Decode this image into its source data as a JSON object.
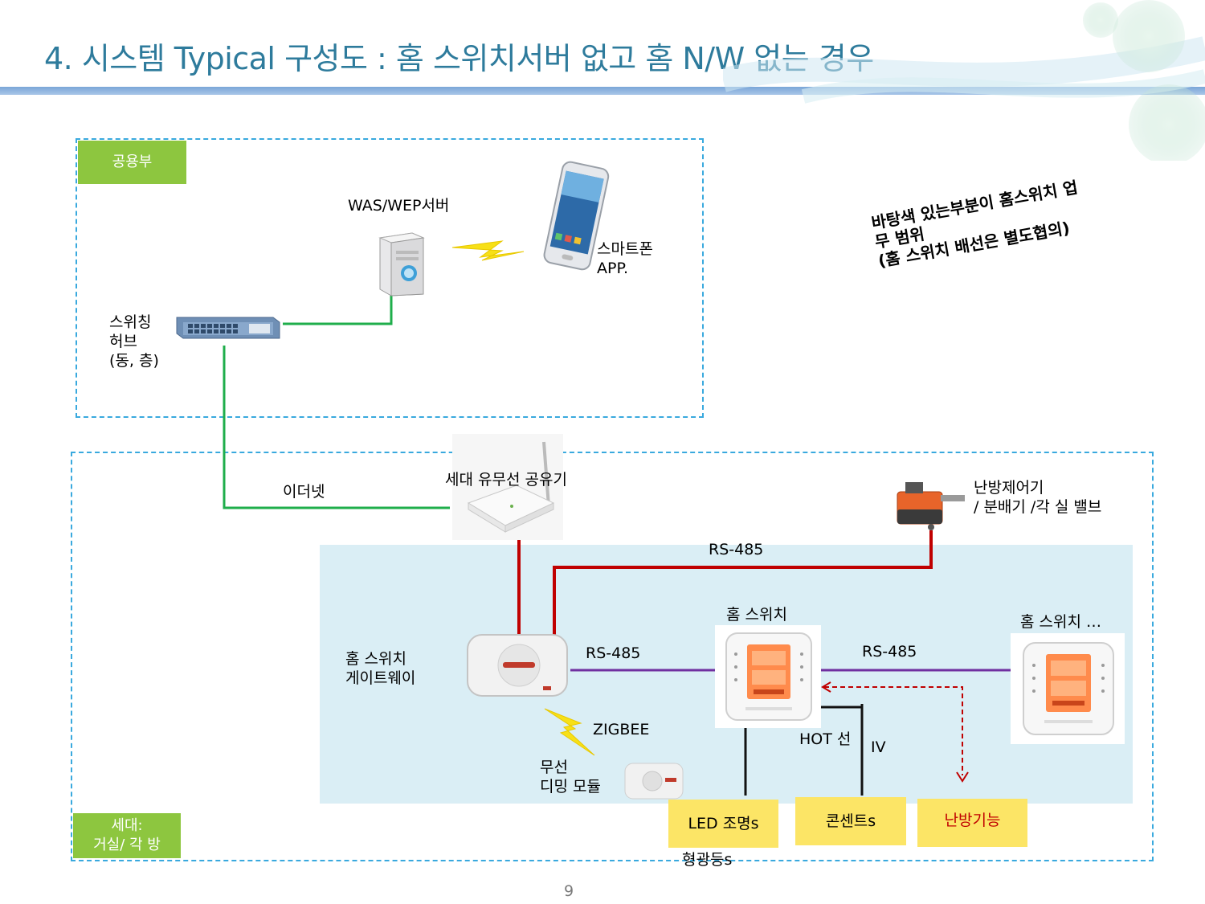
{
  "title": "4.  시스템 Typical 구성도  :  홈 스위치서버  없고    홈 N/W  없는  경우",
  "common_section": {
    "tag": "공용부",
    "server_label": "WAS/WEP서버",
    "phone_label_1": "스마트폰",
    "phone_label_2": "APP.",
    "hub_label_1": "스위칭",
    "hub_label_2": "허브",
    "hub_label_3": "(동, 층)"
  },
  "note": {
    "line1": "바탕색 있는부분이 홈스위치 업",
    "line2": "무 범위",
    "line3": "(홈 스위치 배선은 별도협의)"
  },
  "unit_section": {
    "tag_line1": "세대:",
    "tag_line2": "거실/ 각 방",
    "ethernet_label": "이더넷",
    "router_label": "세대 유무선 공유기",
    "heating_ctrl_label_1": "난방제어기",
    "heating_ctrl_label_2": "/ 분배기 /각 실 밸브",
    "rs485_top": "RS-485",
    "rs485_left": "RS-485",
    "rs485_right": "RS-485",
    "gateway_label_1": "홈 스위치",
    "gateway_label_2": "게이트웨이",
    "home_switch_label": "홈 스위치",
    "home_switch_label_2": "홈 스위치 …",
    "zigbee_label": "ZIGBEE",
    "dimming_label_1": "무선",
    "dimming_label_2": "디밍 모듈",
    "hot_line_label": "HOT 선",
    "iv_label": "IV",
    "led_label": "LED 조명s",
    "fluorescent_label": "형광등s",
    "outlet_label": "콘센트s",
    "heating_label": "난방기능"
  },
  "page_number": "9",
  "colors": {
    "title": "#2e7b9c",
    "green_line": "#1fae4b",
    "red_line": "#c00000",
    "purple_line": "#7030a0",
    "tag_green": "#8dc63f",
    "area_blue": "#daeef5",
    "yellow": "#fce566",
    "dashed_border": "#39a9de"
  }
}
